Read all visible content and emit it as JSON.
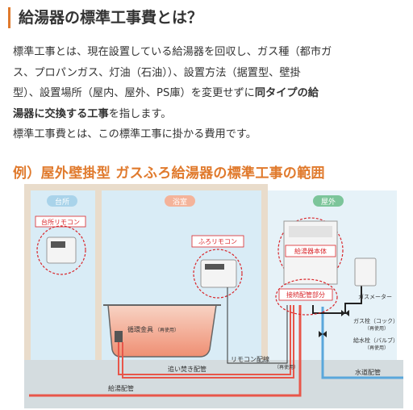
{
  "heading": "給湯器の標準工事費とは？",
  "paragraph": {
    "line1": "標準工事とは、現在設置している給湯器を回収し、ガス種（都市ガ",
    "line2": "ス、プロパンガス、灯油（石油））、設置方法（据置型、壁掛",
    "line3_a": "型）、設置場所（屋内、屋外、PS庫）を変更せずに",
    "line3_b": "同タイプの給",
    "line4_a": "湯器に交換する工事",
    "line4_b": "を指します。",
    "line5": "標準工事費とは、この標準工事に掛かる費用です。"
  },
  "subheading": "例）屋外壁掛型 ガスふろ給湯器の標準工事の範囲",
  "diagram": {
    "rooms": {
      "kitchen": "台所",
      "bath": "浴室",
      "outdoor": "屋外"
    },
    "labels": {
      "kitchen_remote": "台所リモコン",
      "bath_remote": "ふろリモコン",
      "heater_body": "給湯器本体",
      "connection_piping": "接続配管部分",
      "gas_meter": "ガスメーター",
      "gas_valve": "ガス栓（コック）",
      "gas_valve_note": "（再使用）",
      "water_valve": "給水栓（バルブ）",
      "water_valve_note": "（再使用）",
      "circulation_fitting": "循環金具",
      "circulation_fitting_note": "（再使用）",
      "remote_wiring": "リモコン配線",
      "remote_wiring_note": "（再使用）",
      "reheat_piping": "追い焚き配管",
      "hot_water_piping": "給湯配管",
      "water_piping": "水道配管"
    },
    "colors": {
      "accent": "#e07a2d",
      "room_bg": "#d9ecf6",
      "wall": "#e9dccb",
      "floor": "#d4dcdf",
      "circle": "#d9252a",
      "hot_pipe": "#e8564a",
      "water_pipe": "#5aa7db",
      "gas_pipe": "#222222"
    }
  }
}
